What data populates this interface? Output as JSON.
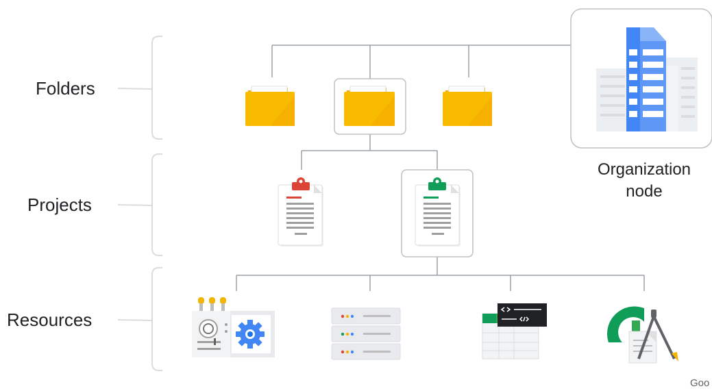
{
  "labels": {
    "folders": "Folders",
    "projects": "Projects",
    "resources": "Resources",
    "organization_line1": "Organization",
    "organization_line2": "node",
    "watermark": "Goo"
  },
  "colors": {
    "line": "#9aa0a6",
    "box": "#bdc1c6",
    "folder": "#f9bb00",
    "folder_dark": "#e8a700",
    "building_blue": "#4285f4",
    "red": "#db4437",
    "green": "#0f9d58",
    "blue": "#4285f4",
    "yellow": "#f4b400"
  },
  "icons": {
    "organization": "building-icon",
    "folders": [
      "folder-icon",
      "folder-icon",
      "folder-icon"
    ],
    "projects": [
      "clipboard-red-icon",
      "clipboard-green-icon"
    ],
    "resources": [
      "compute-engine-icon",
      "server-rack-icon",
      "code-editor-icon",
      "design-tools-icon"
    ]
  }
}
